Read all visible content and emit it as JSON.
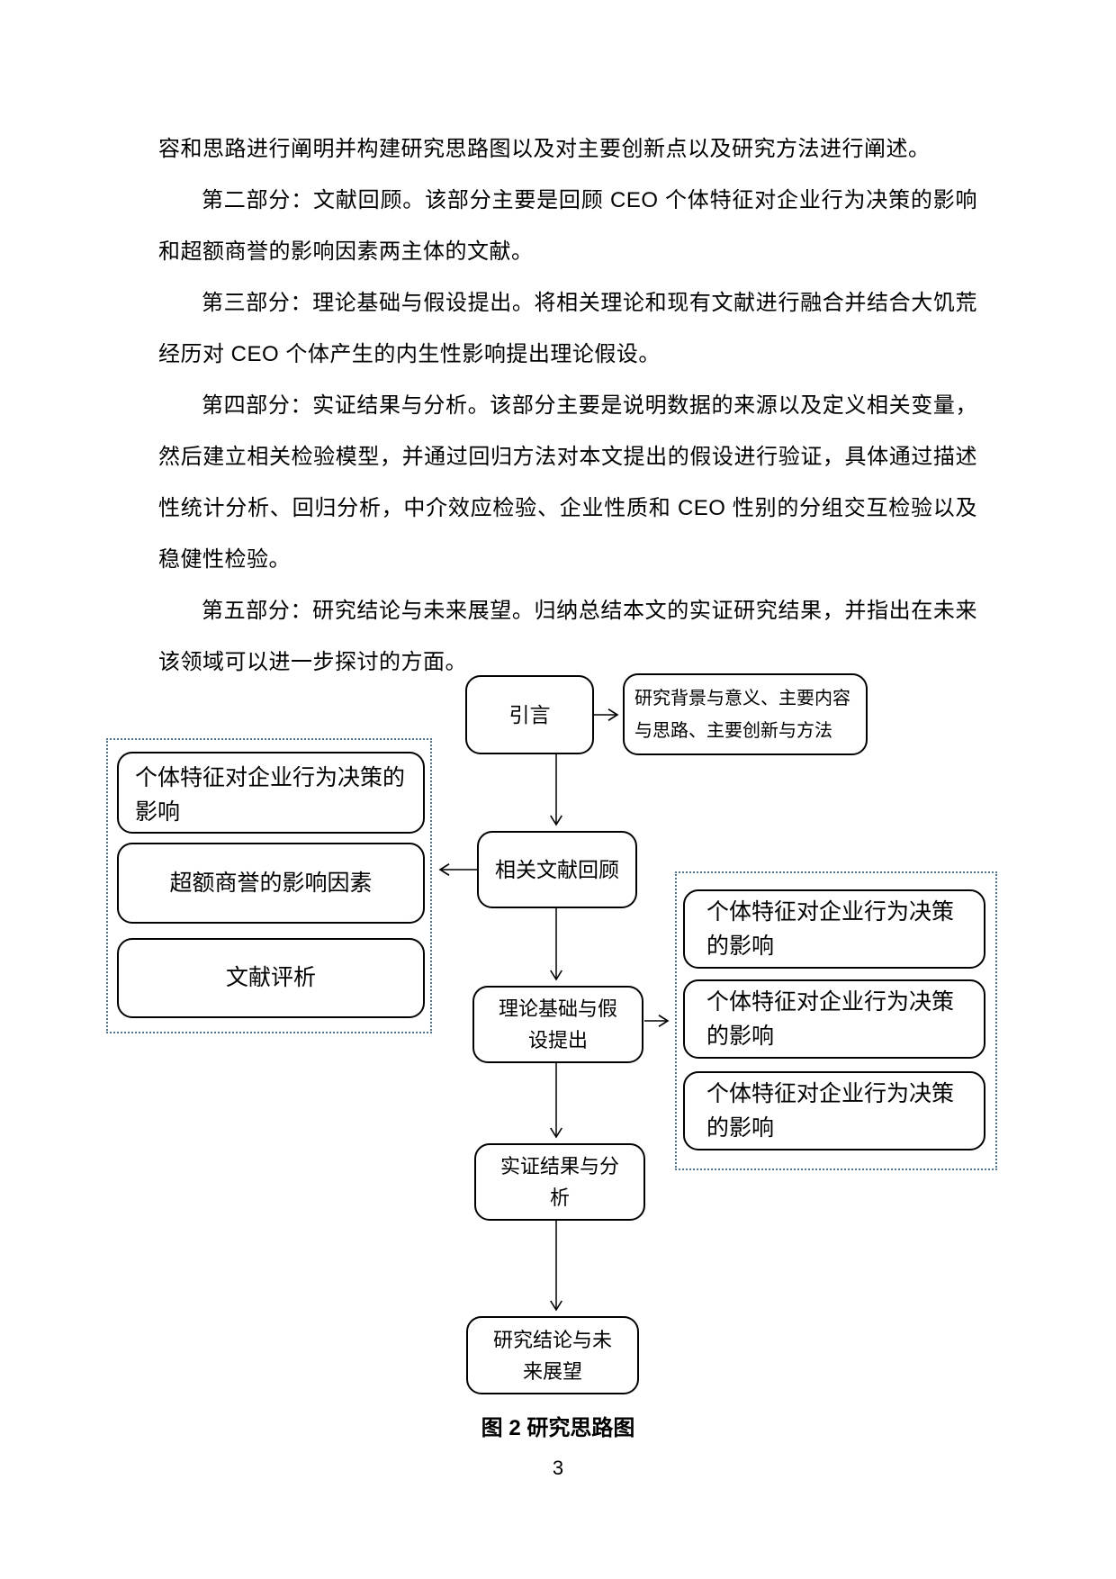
{
  "body": {
    "paragraphs": [
      {
        "text": "容和思路进行阐明并构建研究思路图以及对主要创新点以及研究方法进行阐述。"
      },
      {
        "text": "第二部分：文献回顾。该部分主要是回顾 CEO 个体特征对企业行为决策的影响和超额商誉的影响因素两主体的文献。"
      },
      {
        "text": "第三部分：理论基础与假设提出。将相关理论和现有文献进行融合并结合大饥荒经历对 CEO 个体产生的内生性影响提出理论假设。"
      },
      {
        "text": "第四部分：实证结果与分析。该部分主要是说明数据的来源以及定义相关变量，然后建立相关检验模型，并通过回归方法对本文提出的假设进行验证，具体通过描述性统计分析、回归分析，中介效应检验、企业性质和 CEO 性别的分组交互检验以及稳健性检验。"
      },
      {
        "text": "第五部分：研究结论与未来展望。归纳总结本文的实证研究结果，并指出在未来该领域可以进一步探讨的方面。"
      }
    ]
  },
  "flowchart": {
    "nodes": {
      "intro": "引言",
      "intro_detail": "研究背景与意义、主要内容与思路、主要创新与方法",
      "literature": "相关文献回顾",
      "theory": "理论基础与假设提出",
      "empirical": "实证结果与分析",
      "conclusion": "研究结论与未来展望",
      "left_group": [
        "个体特征对企业行为决策的影响",
        "超额商誉的影响因素",
        "文献评析"
      ],
      "right_group": [
        "个体特征对企业行为决策的影响",
        "个体特征对企业行为决策的影响",
        "个体特征对企业行为决策的影响"
      ]
    },
    "caption": "图 2  研究思路图",
    "colors": {
      "group_border": "#54748e",
      "node_border": "#000000"
    }
  },
  "footer": {
    "page_number": "3"
  }
}
